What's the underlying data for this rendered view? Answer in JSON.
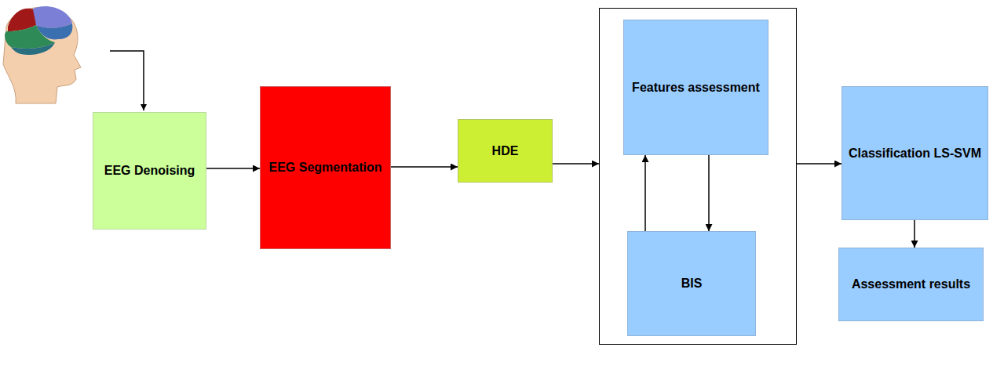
{
  "diagram": {
    "nodes": [
      {
        "text": [
          "EEG Denoising"
        ]
      },
      {
        "text": [
          "EEG Segmentation"
        ]
      },
      {
        "text": [
          "HDE"
        ]
      },
      {
        "text": []
      },
      {
        "text": [
          "Features assessment"
        ],
        "in": 3
      },
      {
        "text": [
          "BIS"
        ],
        "in": 3
      },
      {
        "text": [
          "Classification LS-SVM"
        ]
      },
      {
        "text": [
          "Assessment results"
        ]
      }
    ],
    "edges": [
      {
        "from": 0,
        "to": 1,
        "arrow": "to"
      },
      {
        "from": 1,
        "to": 2,
        "arrow": "to"
      },
      {
        "from": 2,
        "to": 3,
        "arrow": "to"
      },
      {
        "from": 3,
        "to": 6,
        "arrow": "to"
      },
      {
        "from": 5,
        "to": 4,
        "arrow": "to"
      },
      {
        "from": 4,
        "to": 5,
        "arrow": "to"
      },
      {
        "from": 6,
        "to": 7,
        "arrow": "to"
      }
    ]
  }
}
